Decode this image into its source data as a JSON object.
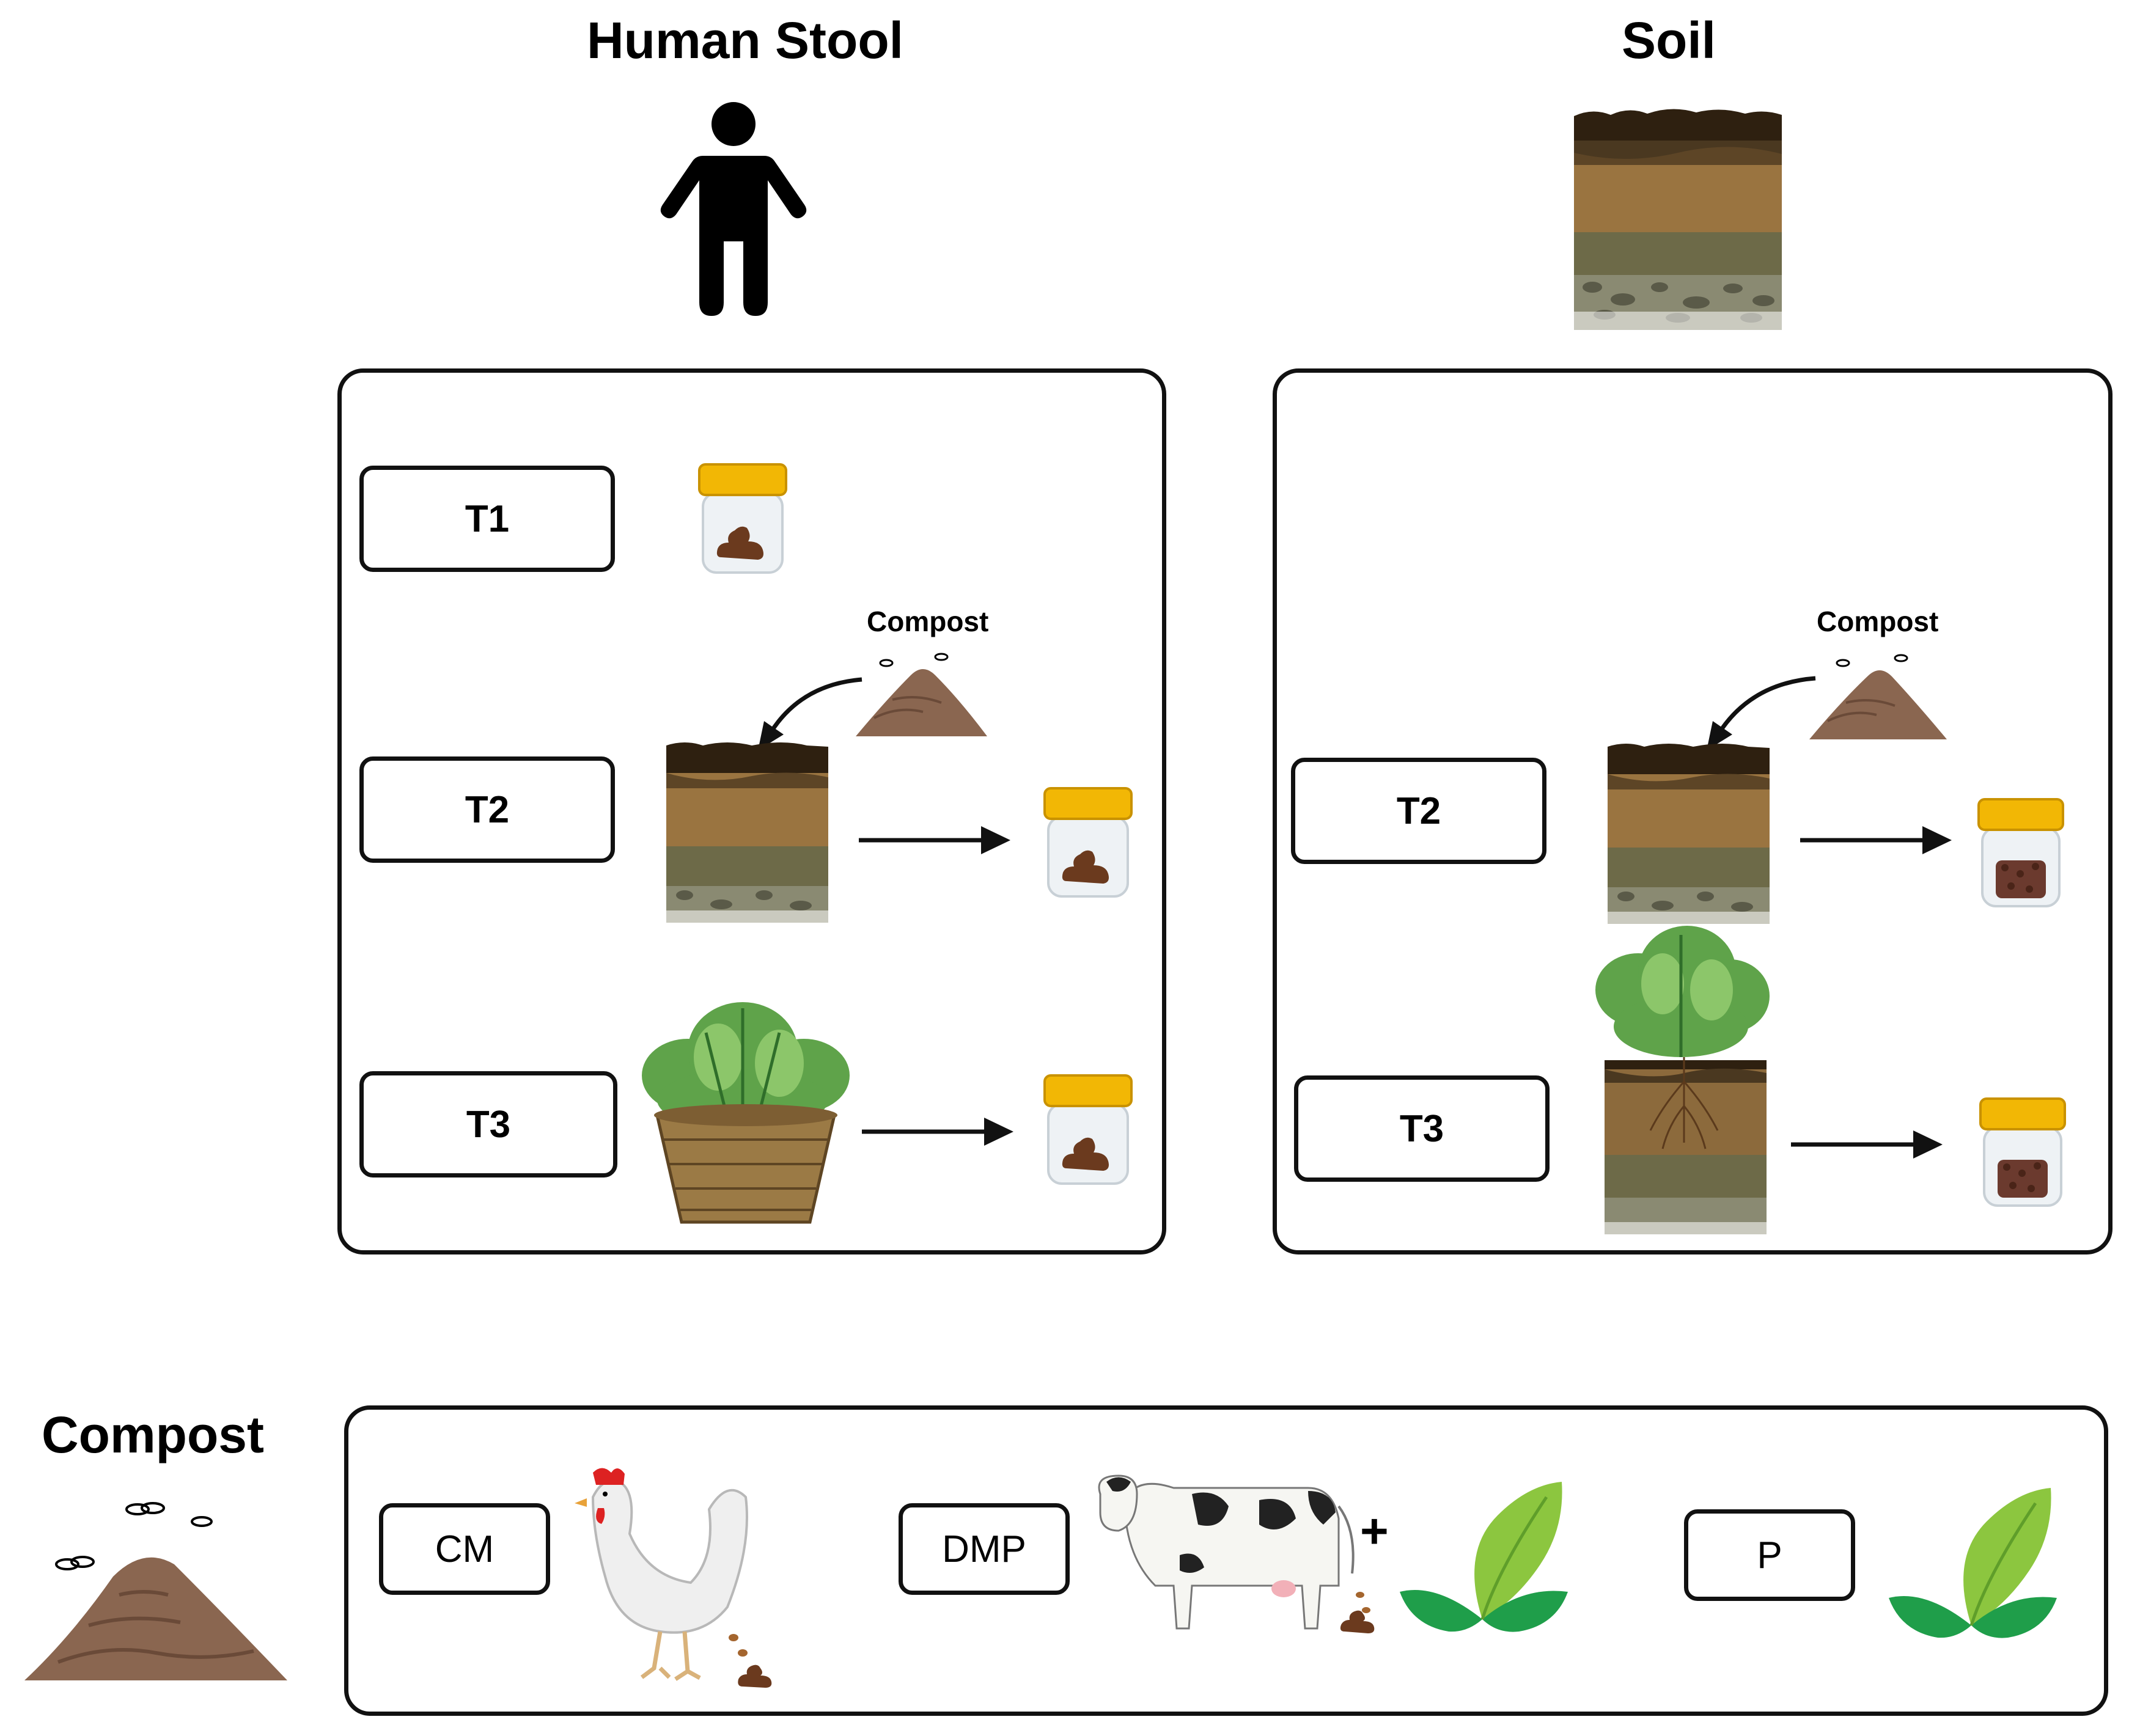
{
  "headings": {
    "human_stool": "Human Stool",
    "soil": "Soil",
    "compost": "Compost"
  },
  "human_panel": {
    "rows": [
      {
        "label": "T1"
      },
      {
        "label": "T2"
      },
      {
        "label": "T3"
      }
    ],
    "compost_label": "Compost"
  },
  "soil_panel": {
    "rows": [
      {
        "label": "T2"
      },
      {
        "label": "T3"
      }
    ],
    "compost_label": "Compost"
  },
  "compost_panel": {
    "items": [
      {
        "label": "CM",
        "icon": "chicken-icon"
      },
      {
        "label": "DMP",
        "icon": "cow-icon"
      },
      {
        "label": "P",
        "icon": "leaf-icon"
      }
    ],
    "plus": "+"
  },
  "colors": {
    "stroke": "#111111",
    "soil_dark": "#3b2a17",
    "soil_mid": "#8c6a3c",
    "soil_low": "#6e6a4a",
    "jar_lid": "#f2b705",
    "poop": "#6b3a1e",
    "leaf_green": "#2e9e3f",
    "compost_brown": "#8a6650"
  }
}
